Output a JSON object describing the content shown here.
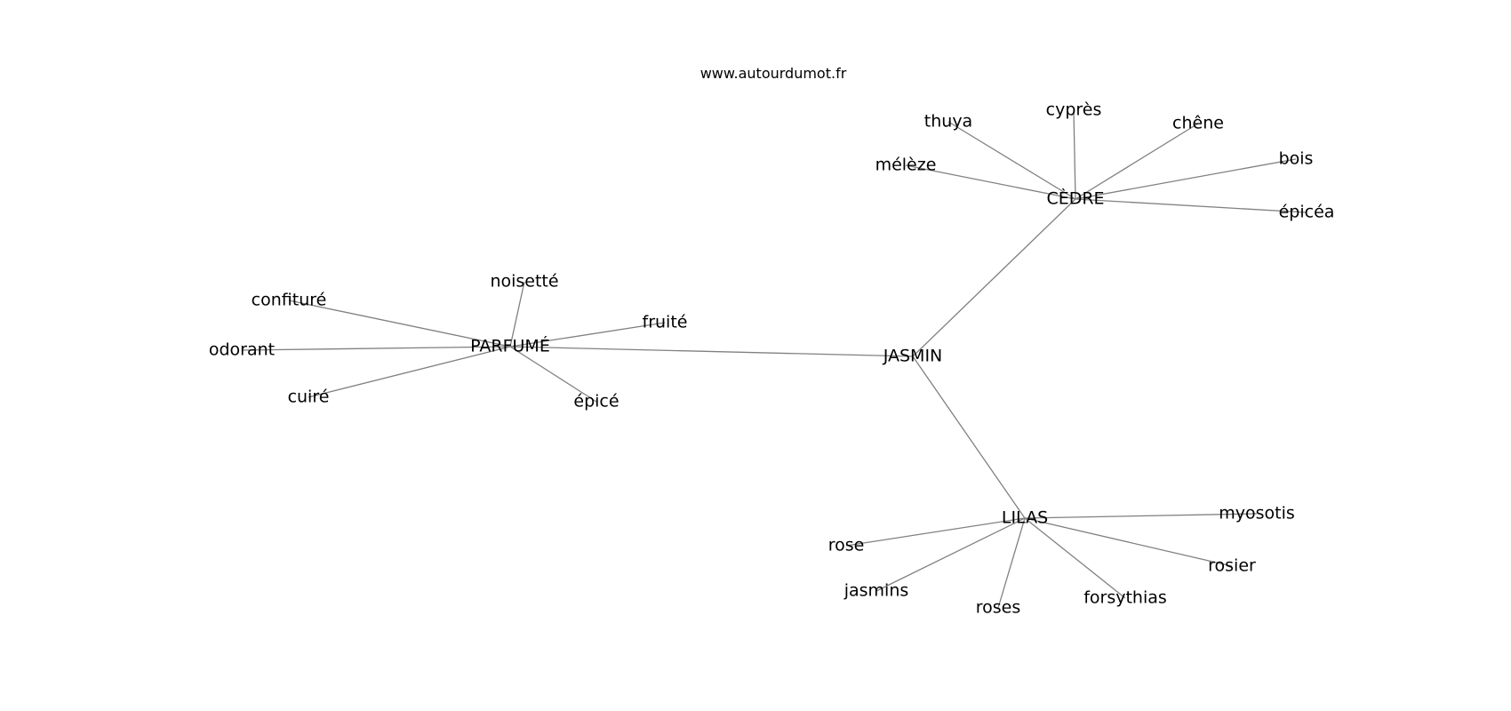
{
  "source": "www.autourdumot.fr",
  "graph": {
    "nodes": [
      {
        "id": "jasmin",
        "label": "JASMIN"
      },
      {
        "id": "cedre",
        "label": "CÈDRE"
      },
      {
        "id": "parfume",
        "label": "PARFUMÉ"
      },
      {
        "id": "lilas",
        "label": "LILAS"
      },
      {
        "id": "thuya",
        "label": "thuya"
      },
      {
        "id": "cypres",
        "label": "cyprès"
      },
      {
        "id": "chene",
        "label": "chêne"
      },
      {
        "id": "meleze",
        "label": "mélèze"
      },
      {
        "id": "bois",
        "label": "bois"
      },
      {
        "id": "epicea",
        "label": "épicéa"
      },
      {
        "id": "noisette",
        "label": "noisetté"
      },
      {
        "id": "confiture",
        "label": "confituré"
      },
      {
        "id": "fruite",
        "label": "fruité"
      },
      {
        "id": "odorant",
        "label": "odorant"
      },
      {
        "id": "cuire",
        "label": "cuiré"
      },
      {
        "id": "epice",
        "label": "épicé"
      },
      {
        "id": "myosotis",
        "label": "myosotis"
      },
      {
        "id": "rose",
        "label": "rose"
      },
      {
        "id": "rosier",
        "label": "rosier"
      },
      {
        "id": "jasmins",
        "label": "jasmins"
      },
      {
        "id": "roses",
        "label": "roses"
      },
      {
        "id": "forsythias",
        "label": "forsythias"
      }
    ],
    "edges": [
      [
        "jasmin",
        "cedre"
      ],
      [
        "jasmin",
        "parfume"
      ],
      [
        "jasmin",
        "lilas"
      ],
      [
        "cedre",
        "thuya"
      ],
      [
        "cedre",
        "cypres"
      ],
      [
        "cedre",
        "chene"
      ],
      [
        "cedre",
        "meleze"
      ],
      [
        "cedre",
        "bois"
      ],
      [
        "cedre",
        "epicea"
      ],
      [
        "parfume",
        "noisette"
      ],
      [
        "parfume",
        "confiture"
      ],
      [
        "parfume",
        "fruite"
      ],
      [
        "parfume",
        "odorant"
      ],
      [
        "parfume",
        "cuire"
      ],
      [
        "parfume",
        "epice"
      ],
      [
        "lilas",
        "myosotis"
      ],
      [
        "lilas",
        "rose"
      ],
      [
        "lilas",
        "rosier"
      ],
      [
        "lilas",
        "jasmins"
      ],
      [
        "lilas",
        "roses"
      ],
      [
        "lilas",
        "forsythias"
      ]
    ]
  }
}
